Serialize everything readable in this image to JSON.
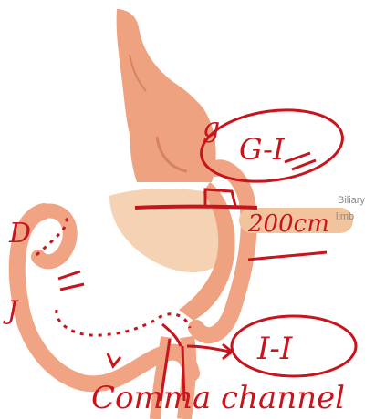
{
  "diagram": {
    "printed_labels": {
      "biliary": "Biliary",
      "limb": "limb"
    },
    "annotations": {
      "g": "g",
      "gi": "G-I",
      "length": "200cm",
      "d": "D",
      "j": "J",
      "ii": "I-I",
      "common_channel": "Comma channel"
    },
    "colors": {
      "stomach": "#eea27f",
      "stomach_shade": "#d9825e",
      "intestine": "#f0a484",
      "pouch_inner": "#f6d2b4",
      "ink": "#c8141c",
      "highlight": "#f2c49e"
    }
  }
}
